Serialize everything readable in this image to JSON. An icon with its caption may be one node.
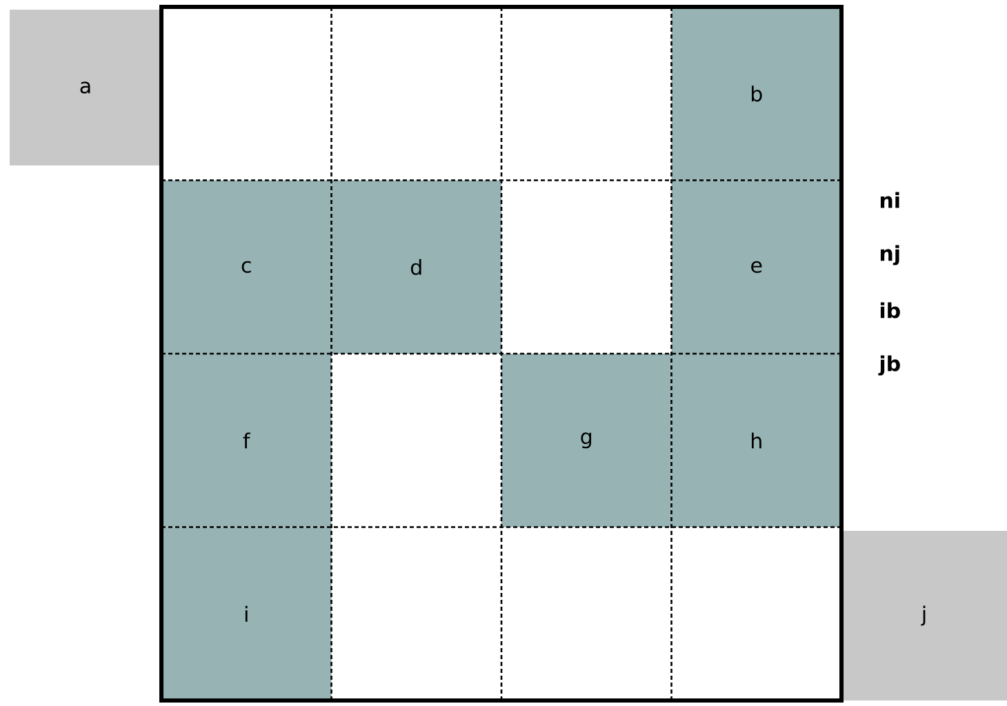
{
  "diagram": {
    "nodes": [
      {
        "text": [
          "a"
        ]
      },
      {
        "text": [
          "b"
        ]
      },
      {
        "text": [
          "c"
        ]
      },
      {
        "text": [
          "d"
        ]
      },
      {
        "text": [
          "e"
        ]
      },
      {
        "text": [
          "f"
        ]
      },
      {
        "text": [
          "g"
        ]
      },
      {
        "text": [
          "h"
        ]
      },
      {
        "text": [
          "i"
        ]
      },
      {
        "text": [
          "j"
        ]
      }
    ],
    "labels": [
      "ni",
      "nj",
      "ib",
      "jb"
    ]
  }
}
